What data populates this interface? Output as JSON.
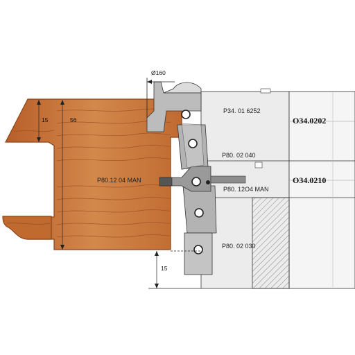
{
  "diameter_label": "Ø160",
  "dimensions": {
    "d1": "15",
    "d2": "56",
    "d3": "15"
  },
  "labels": {
    "p34": "P34. 01 6252",
    "p80_040": "P80. 02 040",
    "p80_1204_left": "P80.12 04 MAN",
    "p80_1204_right": "P80. 12O4 MAN",
    "p80_030": "P80. 02 030"
  },
  "codes": {
    "top": "O34.0202",
    "bottom": "O34.0210"
  },
  "colors": {
    "wood": "#c9723a",
    "wood_dark": "#8a4419",
    "tool_body": "#e6e6e6",
    "cutter": "#b5b5b5",
    "bore": "#6b6b6b",
    "outline": "#222222"
  }
}
